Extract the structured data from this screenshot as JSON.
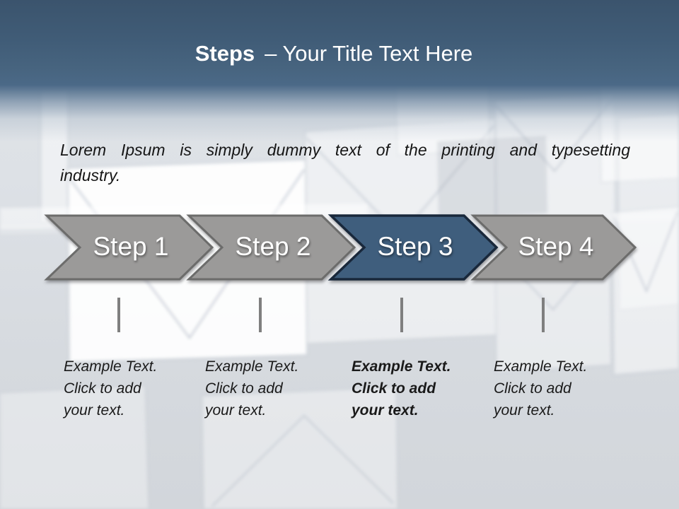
{
  "header": {
    "title_bold": "Steps",
    "title_rest": "– Your Title Text Here"
  },
  "intro": {
    "line1": "Lorem Ipsum is simply dummy text of the printing and typesetting",
    "line2": "industry."
  },
  "steps": [
    {
      "label": "Step 1",
      "highlighted": false,
      "lines": [
        "Example Text.",
        "Click  to add",
        "your text."
      ]
    },
    {
      "label": "Step 2",
      "highlighted": false,
      "lines": [
        "Example Text.",
        "Click  to add",
        "your text."
      ]
    },
    {
      "label": "Step 3",
      "highlighted": true,
      "lines": [
        "Example Text.",
        "Click  to add",
        "your text."
      ]
    },
    {
      "label": "Step 4",
      "highlighted": false,
      "lines": [
        "Example Text.",
        "Click  to add",
        "your text."
      ]
    }
  ],
  "colors": {
    "header_gradient_top": "#3b546d",
    "header_gradient_bottom": "#4b6987",
    "slide_background": "#d9dde2",
    "arrow_fill": "#9b9a99",
    "arrow_border": "#6c6c6b",
    "arrow_highlight_fill": "#3f5e7d",
    "arrow_highlight_border": "#19283b",
    "step_text": "#ffffff",
    "body_text": "#1a1a1a",
    "tick": "#7f7f7f"
  }
}
